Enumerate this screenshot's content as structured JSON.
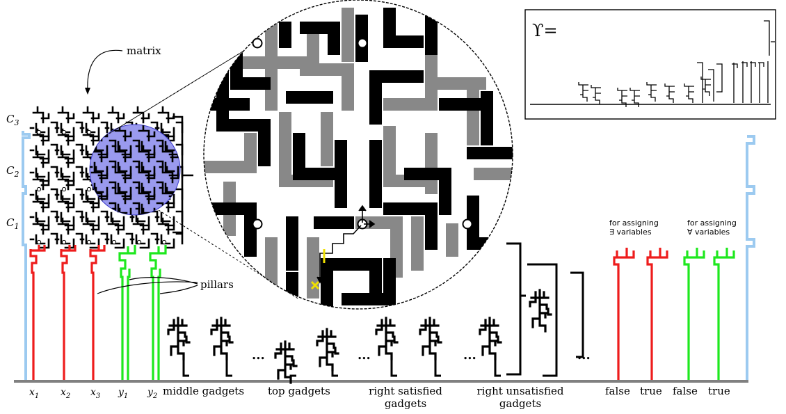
{
  "labels": {
    "matrix": "matrix",
    "pillars": "pillars",
    "upsilon": "ϒ=",
    "dots": "...",
    "rows": [
      {
        "letter": "C",
        "sub": "3"
      },
      {
        "letter": "C",
        "sub": "2"
      },
      {
        "letter": "C",
        "sub": "1"
      }
    ],
    "variables": [
      {
        "letter": "x",
        "sub": "1"
      },
      {
        "letter": "x",
        "sub": "2"
      },
      {
        "letter": "x",
        "sub": "3"
      },
      {
        "letter": "y",
        "sub": "1"
      },
      {
        "letter": "y",
        "sub": "2"
      }
    ],
    "gadget_groups": {
      "middle": "middle gadgets",
      "top": "top gadgets",
      "right_sat_1": "right satisfied",
      "right_sat_2": "gadgets",
      "right_unsat_1": "right unsatisfied",
      "right_unsat_2": "gadgets"
    },
    "assigning": {
      "exists_1": "for assigning",
      "exists_2": "∃ variables",
      "forall_1": "for assigning",
      "forall_2": "∀ variables"
    },
    "assignment_labels": [
      "false",
      "true",
      "false",
      "true"
    ]
  },
  "colors": {
    "exists_pillar": "#ee1c1c",
    "forall_pillar": "#1ee81e",
    "frame": "#9ccaf0",
    "ground": "#808080",
    "zoom_gray": "#888888",
    "magnifier": "#7676ee",
    "marker": "#f0e000"
  }
}
